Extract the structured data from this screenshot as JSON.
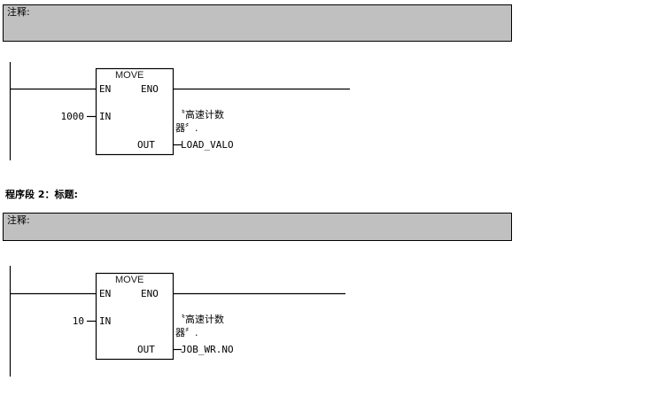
{
  "networks": [
    {
      "comment": "注释:",
      "block": {
        "name": "MOVE",
        "en_label": "EN",
        "eno_label": "ENO",
        "in_label": "IN",
        "out_label": "OUT",
        "in_value": "1000",
        "out_operand_line1": "〝高速计数",
        "out_operand_line2": "器〞.",
        "out_operand_line3": "LOAD_VALO"
      }
    },
    {
      "title": "程序段 2：标题:",
      "comment": "注释:",
      "block": {
        "name": "MOVE",
        "en_label": "EN",
        "eno_label": "ENO",
        "in_label": "IN",
        "out_label": "OUT",
        "in_value": "10",
        "out_operand_line1": "〝高速计数",
        "out_operand_line2": "器〞.",
        "out_operand_line3": "JOB_WR.NO"
      }
    }
  ],
  "colors": {
    "comment_background": "#c0c0c0",
    "line": "#000000",
    "text": "#000000",
    "block_title": "#1a1a1a"
  }
}
